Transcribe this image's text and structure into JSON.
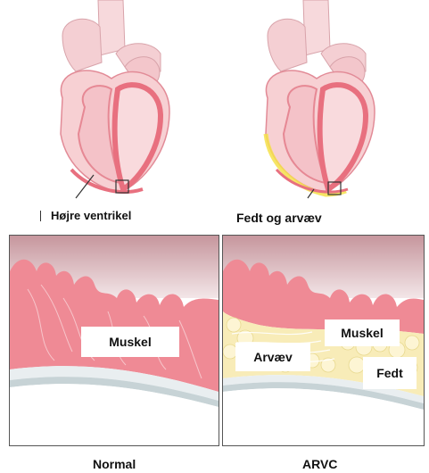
{
  "labels": {
    "right_ventricle": "Højre ventrikel",
    "fat_and_scar": "Fedt og arvæv",
    "muscle_normal": "Muskel",
    "muscle_arvc": "Muskel",
    "scar_tissue": "Arvæv",
    "fat": "Fedt"
  },
  "captions": {
    "left": "Normal",
    "right": "ARVC"
  },
  "colors": {
    "heart_fill": "#f7d0d3",
    "heart_dark": "#e8707f",
    "myocardium": "#ef8a95",
    "fat": "#f8ecb8",
    "fat_yellow": "#f5e04a",
    "panel_border": "#555555",
    "panel_top": "#c99aa0"
  }
}
